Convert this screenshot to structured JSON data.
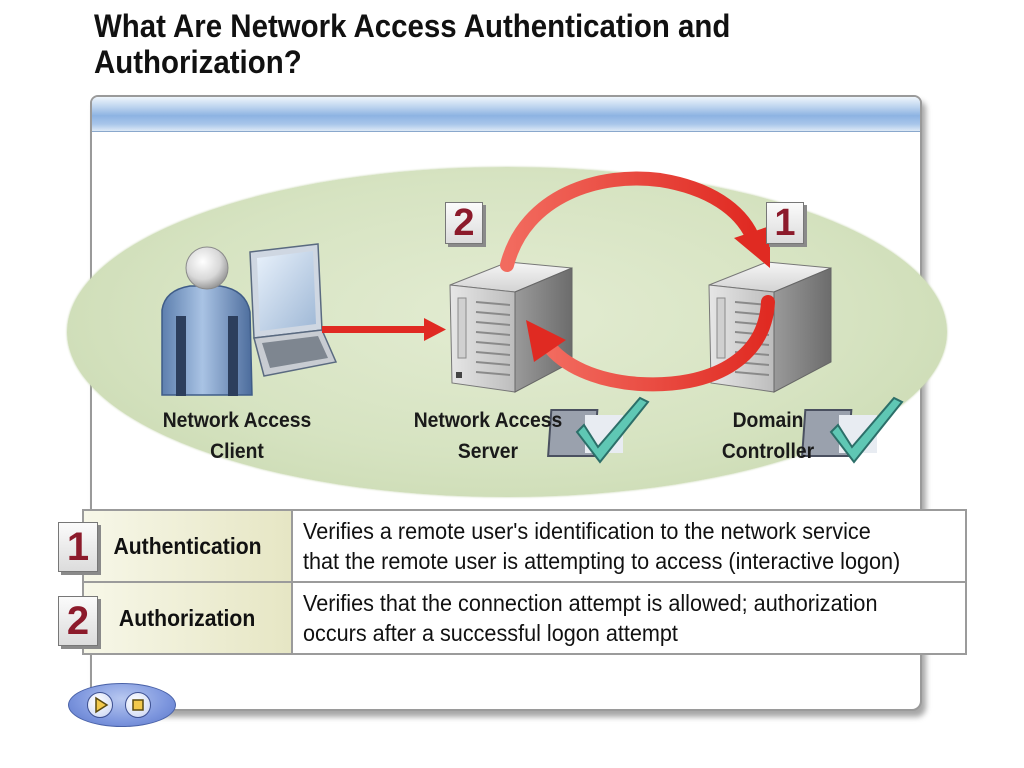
{
  "slide": {
    "title": "What Are Network Access Authentication and Authorization?"
  },
  "diagram": {
    "nodes": {
      "client": {
        "label_line1": "Network Access",
        "label_line2": "Client"
      },
      "server": {
        "label_line1": "Network Access",
        "label_line2": "Server",
        "badge": "2"
      },
      "controller": {
        "label_line1": "Domain",
        "label_line2": "Controller",
        "badge": "1"
      }
    }
  },
  "table": {
    "rows": [
      {
        "badge": "1",
        "term": "Authentication",
        "desc_line1": "Verifies a remote user's identification to the network service",
        "desc_line2": "that the remote user is attempting to access (interactive logon)"
      },
      {
        "badge": "2",
        "term": "Authorization",
        "desc_line1": "Verifies that the connection attempt is allowed; authorization",
        "desc_line2": "occurs after a successful logon attempt"
      }
    ]
  },
  "colors": {
    "accent_red": "#e8392f",
    "badge_text": "#8c1a2b",
    "frame_bar": "#8db3e2",
    "ellipse": "#d6e3c1",
    "checkmark": "#5fc7b4"
  },
  "icons": [
    "user-icon",
    "laptop-icon",
    "server-icon",
    "checkmark-icon",
    "play-icon",
    "stop-icon"
  ]
}
